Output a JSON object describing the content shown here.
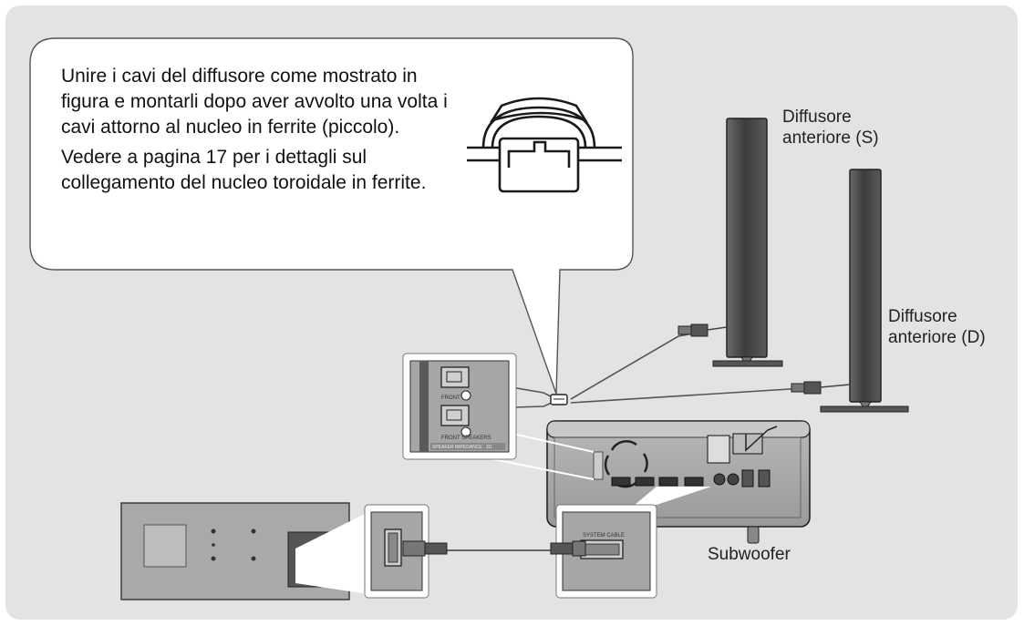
{
  "callout": {
    "paragraph1": "Unire i cavi del diffusore come mostrato in figura e montarli dopo aver avvolto una volta i cavi attorno al nucleo in ferrite (piccolo).",
    "paragraph2": "Vedere a pagina 17 per i dettagli sul collegamento del nucleo toroidale in ferrite."
  },
  "labels": {
    "front_left_speaker": "Diffusore anteriore (S)",
    "front_right_speaker": "Diffusore anteriore (D)",
    "subwoofer": "Subwoofer"
  },
  "port_labels": {
    "front": "FRONT",
    "front_speakers": "FRONT SPEAKERS",
    "system_cable": "SYSTEM CABLE",
    "impedance": "SPEAKER IMPEDANCE : 3Ω"
  },
  "colors": {
    "panel_background": "#e3e3e3",
    "device_gray": "#a9a9a9",
    "speaker_dark": "#4a4a4a",
    "outline": "#222222"
  }
}
